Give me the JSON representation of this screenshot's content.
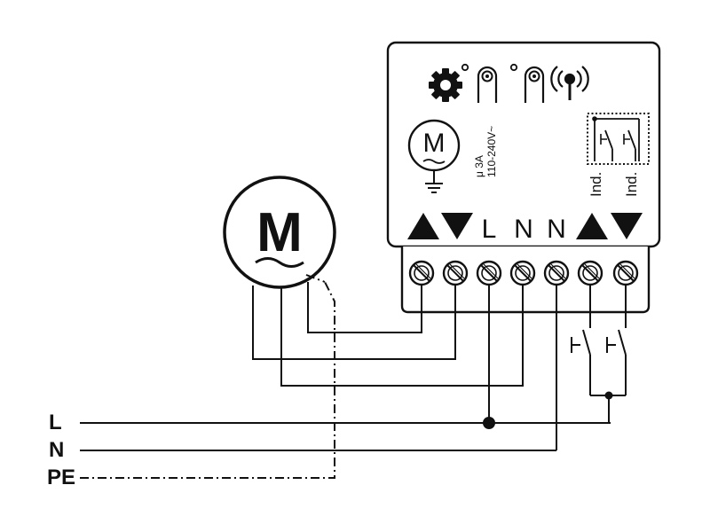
{
  "lines": {
    "l_label": "L",
    "n_label": "N",
    "pe_label": "PE"
  },
  "motor": {
    "symbol": "M"
  },
  "module": {
    "motor_symbol": "M",
    "rating_current": "μ 3A",
    "rating_voltage": "110-240V~",
    "ind_left": "Ind.",
    "ind_right": "Ind.",
    "terminal_labels": [
      "▲",
      "▼",
      "L",
      "N",
      "N",
      "▲",
      "▼"
    ]
  },
  "icons": [
    "gear-icon",
    "touch-button-1-icon",
    "touch-button-2-icon",
    "wireless-signal-icon",
    "ground-icon"
  ]
}
